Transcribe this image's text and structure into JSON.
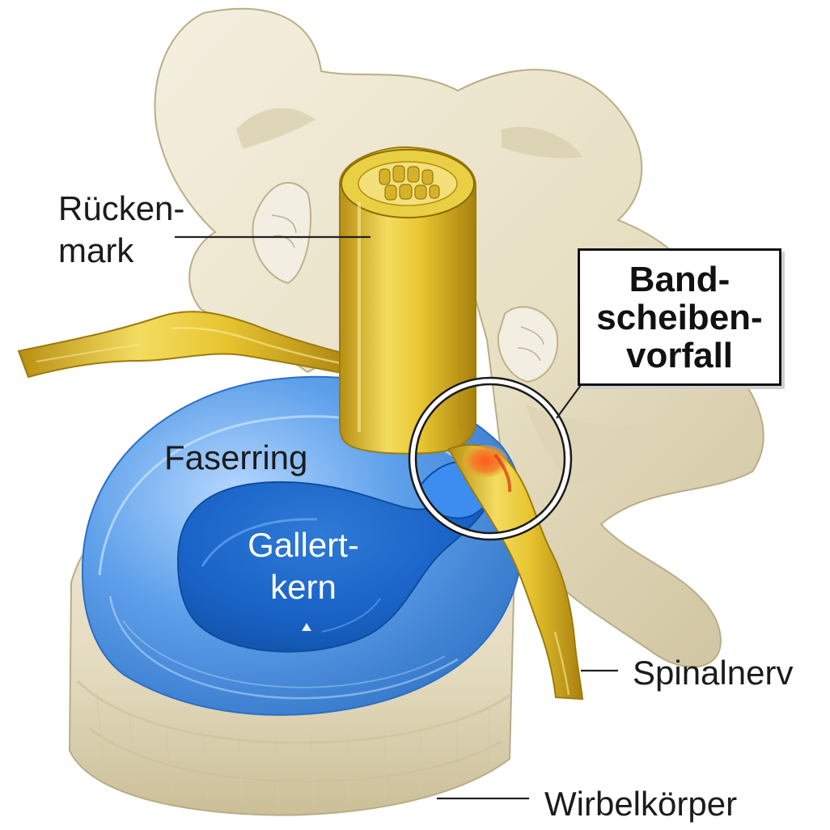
{
  "labels": {
    "rueckenmark": [
      "Rücken-",
      "mark"
    ],
    "faserring": "Faserring",
    "gallertkern": [
      "Gallert-",
      "kern"
    ],
    "spinalnerv": "Spinalnerv",
    "wirbelkoerper": "Wirbelkörper"
  },
  "callout": {
    "lines": [
      "Band-",
      "scheiben-",
      "vorfall"
    ]
  },
  "colors": {
    "bone": "#e9e2c7",
    "bone_shadow": "#c9bf99",
    "nerve": "#e6c632",
    "nerve_highlight": "#f5df6a",
    "disc_outer": "#4a87d7",
    "disc_inner": "#1459b8",
    "herniation_hotspot": "#e34a1c",
    "line": "#222222",
    "white": "#ffffff"
  }
}
